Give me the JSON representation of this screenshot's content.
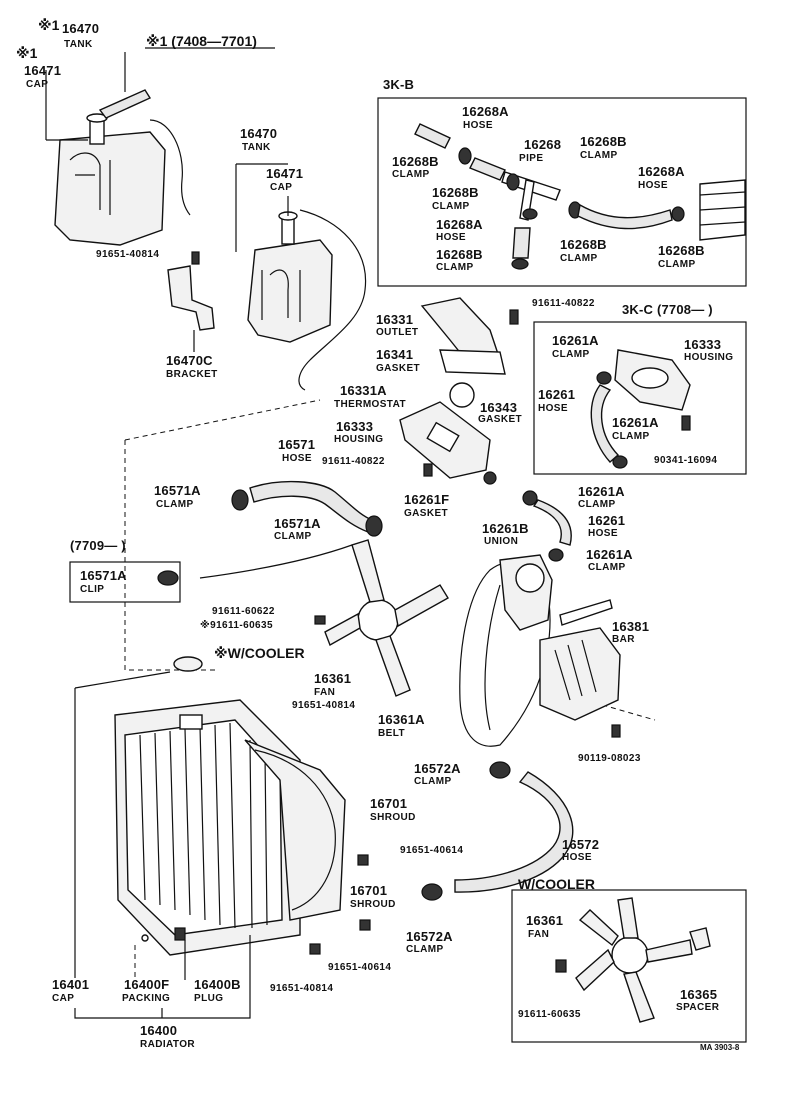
{
  "labels": {
    "tank_top_mark": "※1",
    "tank_top_pn": "16470",
    "tank_top_name": "TANK",
    "cap_top_mark": "※1",
    "cap_top_pn": "16471",
    "cap_top_name": "CAP",
    "note_range": "※1 (7408—7701)",
    "tank_pn": "16470",
    "tank_name": "TANK",
    "cap_pn": "16471",
    "cap_name": "CAP",
    "bolt_bracket_pn": "91651-40814",
    "bracket_pn": "16470C",
    "bracket_name": "BRACKET",
    "box_3kb_title": "3K-B",
    "kb_hose1_pn": "16268A",
    "kb_hose1_name": "HOSE",
    "kb_pipe_pn": "16268",
    "kb_pipe_name": "PIPE",
    "kb_clamp_r_pn": "16268B",
    "kb_clamp_r_name": "CLAMP",
    "kb_clamp_l_pn": "16268B",
    "kb_clamp_l_name": "CLAMP",
    "kb_clamp_m_pn": "16268B",
    "kb_clamp_m_name": "CLAMP",
    "kb_hose_r_pn": "16268A",
    "kb_hose_r_name": "HOSE",
    "kb_hose_m_pn": "16268A",
    "kb_hose_m_name": "HOSE",
    "kb_clamp_c_pn": "16268B",
    "kb_clamp_c_name": "CLAMP",
    "kb_clamp_b_pn": "16268B",
    "kb_clamp_b_name": "CLAMP",
    "kb_clamp_br_pn": "16268B",
    "kb_clamp_br_name": "CLAMP",
    "outlet_bolt_pn": "91611-40822",
    "box_3kc_title": "3K-C (7708—          )",
    "outlet_pn": "16331",
    "outlet_name": "OUTLET",
    "gasket_pn": "16341",
    "gasket_name": "GASKET",
    "kc_clamp1_pn": "16261A",
    "kc_clamp1_name": "CLAMP",
    "kc_housing_pn": "16333",
    "kc_housing_name": "HOUSING",
    "kc_hose_pn": "16261",
    "kc_hose_name": "HOSE",
    "kc_clamp2_pn": "16261A",
    "kc_clamp2_name": "CLAMP",
    "kc_bolt_pn": "90341-16094",
    "thermostat_pn": "16331A",
    "thermostat_name": "THERMOSTAT",
    "gasket2_pn": "16343",
    "gasket2_name": "GASKET",
    "housing_pn": "16333",
    "housing_name": "HOUSING",
    "upper_hose_pn": "16571",
    "upper_hose_name": "HOSE",
    "housing_bolt_pn": "91611-40822",
    "clamp_a_pn": "16571A",
    "clamp_a_name": "CLAMP",
    "gasket3_pn": "16261F",
    "gasket3_name": "GASKET",
    "clamp_b_pn": "16571A",
    "clamp_b_name": "CLAMP",
    "bypass_clamp_pn": "16261A",
    "bypass_clamp_name": "CLAMP",
    "union_pn": "16261B",
    "union_name": "UNION",
    "bypass_hose_pn": "16261",
    "bypass_hose_name": "HOSE",
    "clip_range": "(7709—          )",
    "clip_pn": "16571A",
    "clip_name": "CLIP",
    "bypass_clamp2_pn": "16261A",
    "bypass_clamp2_name": "CLAMP",
    "fan_bolt1_pn": "91611-60622",
    "fan_bolt2_pn": "※91611-60635",
    "bar_pn": "16381",
    "bar_name": "BAR",
    "wcooler_label": "※W/COOLER",
    "fan_pn": "16361",
    "fan_name": "FAN",
    "fan_bolt3_pn": "91651-40814",
    "belt_pn": "16361A",
    "belt_name": "BELT",
    "alt_bolt_pn": "90119-08023",
    "lower_clamp1_pn": "16572A",
    "lower_clamp1_name": "CLAMP",
    "shroud1_pn": "16701",
    "shroud1_name": "SHROUD",
    "shroud_bolt1_pn": "91651-40614",
    "lower_hose_pn": "16572",
    "lower_hose_name": "HOSE",
    "shroud2_pn": "16701",
    "shroud2_name": "SHROUD",
    "wcooler_box_title": "W/COOLER",
    "lower_clamp2_pn": "16572A",
    "lower_clamp2_name": "CLAMP",
    "shroud_bolt2_pn": "91651-40614",
    "wc_fan_pn": "16361",
    "wc_fan_name": "FAN",
    "rad_cap_pn": "16401",
    "rad_cap_name": "CAP",
    "packing_pn": "16400F",
    "packing_name": "PACKING",
    "plug_pn": "16400B",
    "plug_name": "PLUG",
    "rad_bolt_pn": "91651-40814",
    "spacer_pn": "16365",
    "spacer_name": "SPACER",
    "wc_bolt_pn": "91611-60635",
    "radiator_pn": "16400",
    "radiator_name": "RADIATOR",
    "figure_code": "MA 3903-8"
  }
}
